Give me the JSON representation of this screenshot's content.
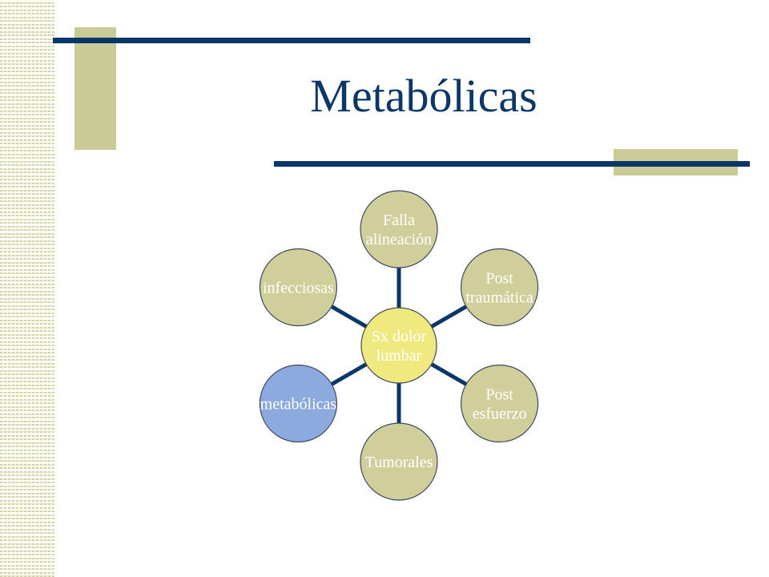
{
  "slide": {
    "title": "Metabólicas"
  },
  "diagram": {
    "center": {
      "lines": [
        "Sx dolor",
        "lumbar"
      ],
      "color": "#f0ea7e"
    },
    "nodes": [
      {
        "lines": [
          "Falla",
          "alineación"
        ],
        "color": "#d0cf9b"
      },
      {
        "lines": [
          "Post",
          "traumática"
        ],
        "color": "#d0cf9b"
      },
      {
        "lines": [
          "Post",
          "esfuerzo"
        ],
        "color": "#d0cf9b"
      },
      {
        "lines": [
          "Tumorales"
        ],
        "color": "#d0cf9b"
      },
      {
        "lines": [
          "metabólicas"
        ],
        "color": "#8caadd",
        "highlighted": true
      },
      {
        "lines": [
          "infecciosas"
        ],
        "color": "#d0cf9b"
      }
    ],
    "connector_color": "#0b3668"
  }
}
